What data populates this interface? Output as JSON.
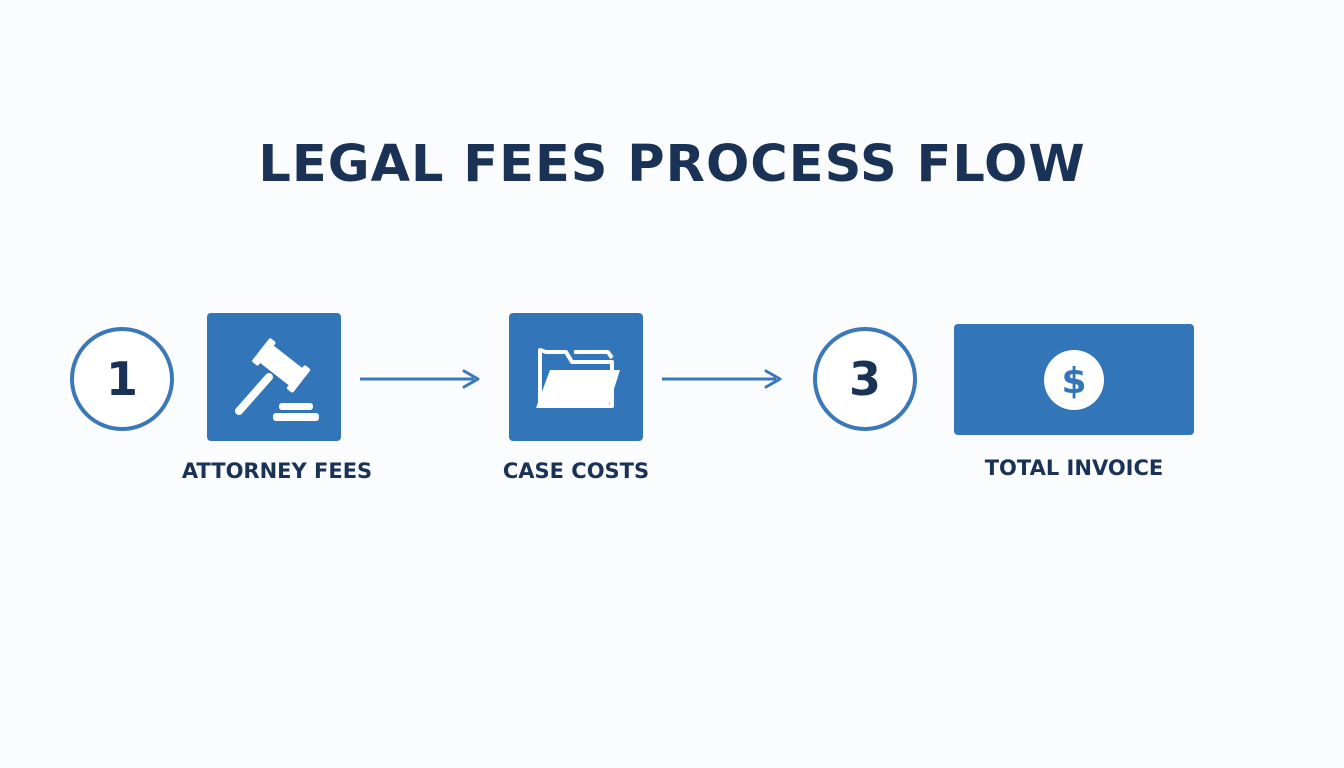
{
  "title": "LEGAL FEES PROCESS FLOW",
  "steps": [
    {
      "number": "1",
      "icon": "gavel-icon",
      "label": "ATTORNEY FEES"
    },
    {
      "number": "",
      "icon": "folder-icon",
      "label": "CASE COSTS"
    },
    {
      "number": "3",
      "icon": "dollar-icon",
      "label": "TOTAL INVOICE"
    }
  ],
  "colors": {
    "primary_blue": "#3276b9",
    "circle_border": "#3b78ba",
    "text_navy": "#1a3256",
    "background": "#fbfcfd"
  }
}
